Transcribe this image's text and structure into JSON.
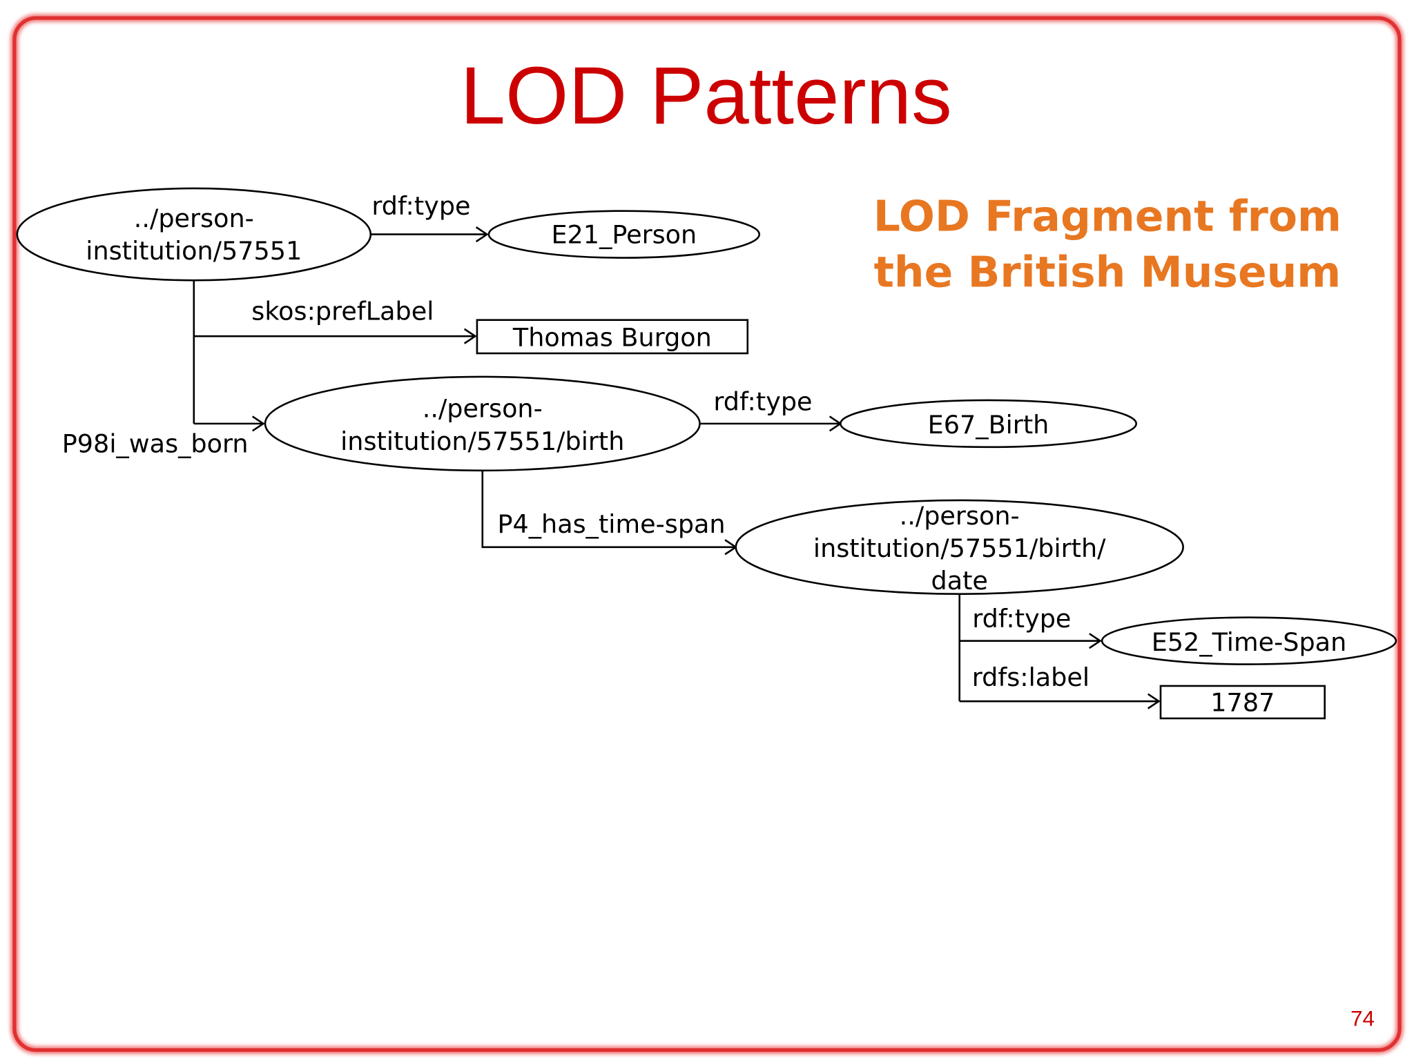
{
  "slide": {
    "title": "LOD Patterns",
    "subtitle_lines": [
      "LOD Fragment from",
      "the British Museum"
    ],
    "page_number": "74",
    "colors": {
      "title": "#cc0000",
      "subtitle": "#e87722",
      "frame": "#e03030"
    }
  },
  "nodes": {
    "person": {
      "lines": [
        "../person-",
        "institution/57551"
      ]
    },
    "e21": {
      "label": "E21_Person"
    },
    "name": {
      "label": "Thomas Burgon"
    },
    "birth": {
      "lines": [
        "../person-",
        "institution/57551/birth"
      ]
    },
    "e67": {
      "label": "E67_Birth"
    },
    "date": {
      "lines": [
        "../person-",
        "institution/57551/birth/",
        "date"
      ]
    },
    "e52": {
      "label": "E52_Time-Span"
    },
    "year": {
      "label": "1787"
    }
  },
  "edges": {
    "person_type": "rdf:type",
    "person_label": "skos:prefLabel",
    "person_born": "P98i_was_born",
    "birth_type": "rdf:type",
    "birth_timespan": "P4_has_time-span",
    "date_type": "rdf:type",
    "date_label": "rdfs:label"
  }
}
